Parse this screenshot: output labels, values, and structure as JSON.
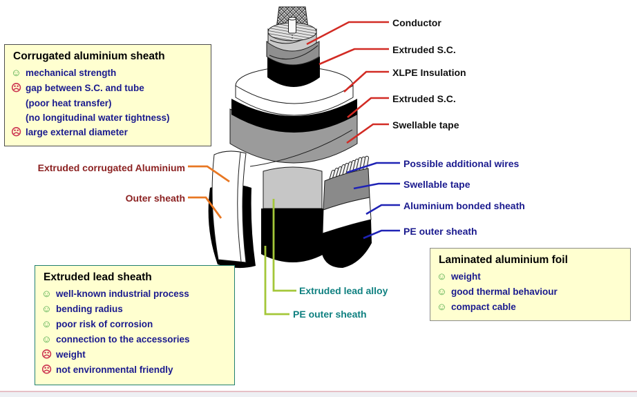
{
  "colors": {
    "red_line": "#D22B24",
    "blue_line": "#1F23B5",
    "orange_line": "#E87722",
    "green_line": "#A4C739",
    "label_black": "#111111",
    "label_navy": "#1A1A8E",
    "label_maroon": "#8B2121",
    "label_teal": "#0F8080",
    "good_icon": "#3AA03A",
    "bad_icon": "#CC3350",
    "box_bg": "#FFFFD0",
    "box1_border": "#4D4D4D",
    "box2_border": "#1F7F6F",
    "box3_border": "#8A8A8A"
  },
  "icons": {
    "good": "☺",
    "bad": "☹"
  },
  "cable_labels": {
    "top_right": [
      {
        "text": "Conductor"
      },
      {
        "text": "Extruded S.C."
      },
      {
        "text": "XLPE Insulation"
      },
      {
        "text": "Extruded S.C."
      },
      {
        "text": "Swellable tape"
      }
    ],
    "mid_right": [
      {
        "text": "Possible additional wires"
      },
      {
        "text": "Swellable tape"
      },
      {
        "text": "Aluminium bonded sheath"
      },
      {
        "text": "PE outer sheath"
      }
    ],
    "left": [
      {
        "text": "Extruded corrugated Aluminium"
      },
      {
        "text": "Outer sheath"
      }
    ],
    "bottom_center": [
      {
        "text": "Extruded lead alloy"
      },
      {
        "text": "PE outer sheath"
      }
    ]
  },
  "info_boxes": {
    "corrugated_aluminium": {
      "title": "Corrugated aluminium sheath",
      "items": [
        {
          "mood": "good",
          "text": "mechanical strength"
        },
        {
          "mood": "bad",
          "text": "gap between S.C. and tube"
        },
        {
          "mood": "none",
          "text": "(poor heat transfer)"
        },
        {
          "mood": "none",
          "text": "(no longitudinal water tightness)"
        },
        {
          "mood": "bad",
          "text": "large external diameter"
        }
      ]
    },
    "extruded_lead": {
      "title": "Extruded lead sheath",
      "items": [
        {
          "mood": "good",
          "text": "well-known industrial process"
        },
        {
          "mood": "good",
          "text": "bending radius"
        },
        {
          "mood": "good",
          "text": "poor risk of corrosion"
        },
        {
          "mood": "good",
          "text": "connection to the accessories"
        },
        {
          "mood": "bad",
          "text": "weight"
        },
        {
          "mood": "bad",
          "text": "not environmental friendly"
        }
      ]
    },
    "laminated_foil": {
      "title": "Laminated aluminium foil",
      "items": [
        {
          "mood": "good",
          "text": "weight"
        },
        {
          "mood": "good",
          "text": "good thermal behaviour"
        },
        {
          "mood": "good",
          "text": "compact cable"
        }
      ]
    }
  }
}
